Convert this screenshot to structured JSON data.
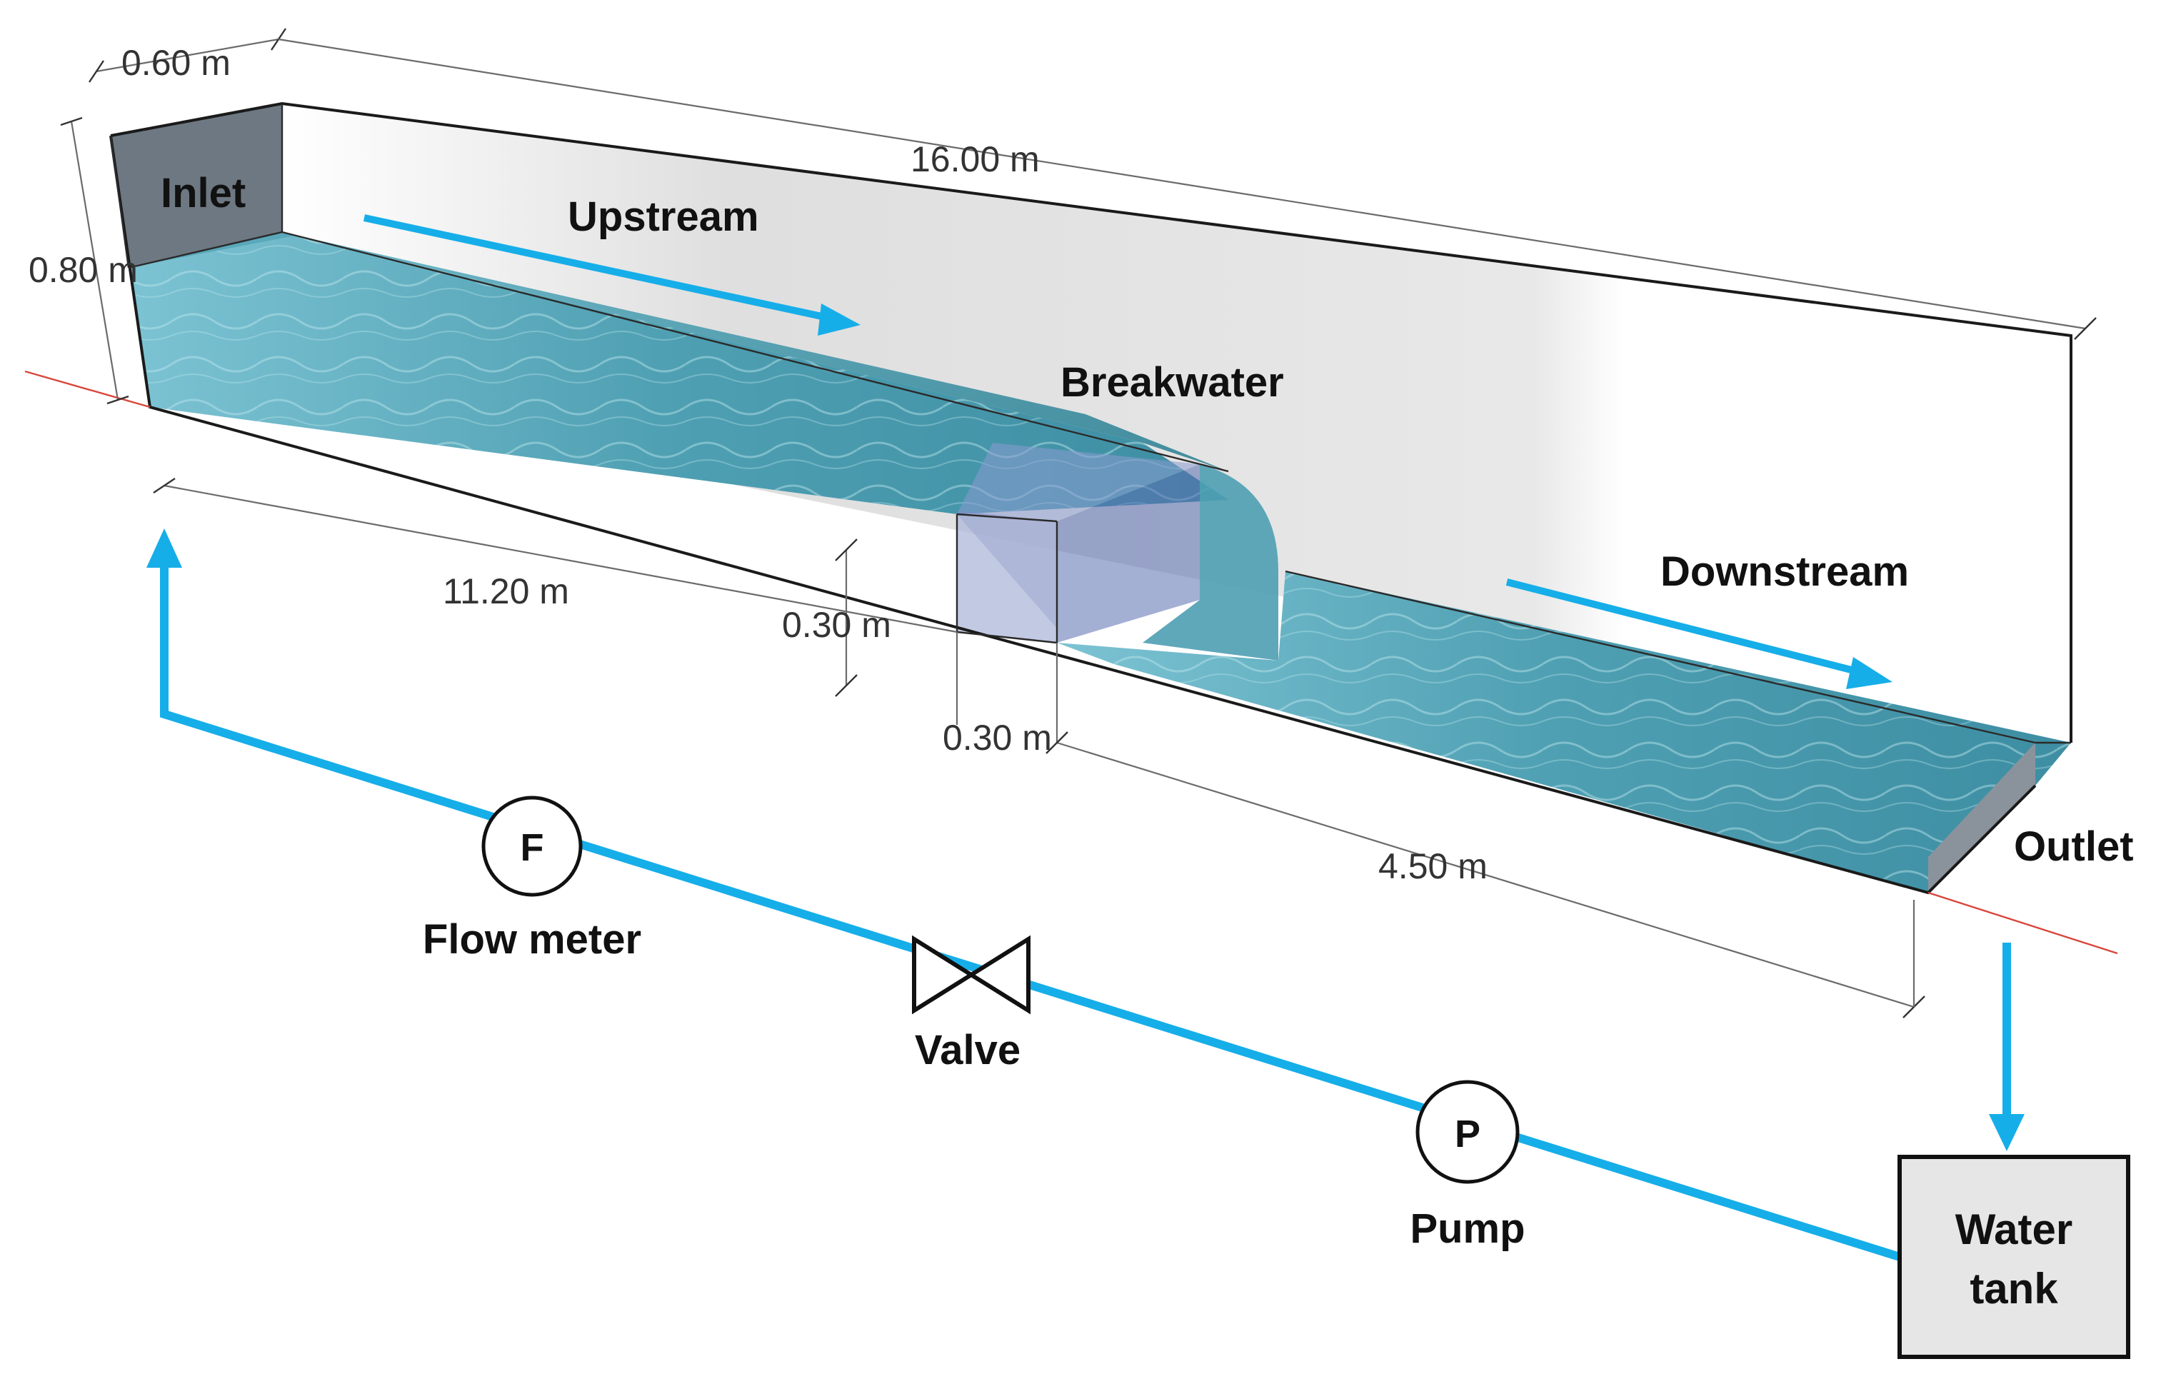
{
  "zones": {
    "inlet": "Inlet",
    "upstream": "Upstream",
    "breakwater": "Breakwater",
    "downstream": "Downstream",
    "outlet": "Outlet"
  },
  "dimensions": {
    "width": "0.60 m",
    "height": "0.80 m",
    "total_length": "16.00 m",
    "upstream_length": "11.20 m",
    "breakwater_height": "0.30 m",
    "breakwater_length": "0.30 m",
    "downstream_length": "4.50 m"
  },
  "components": {
    "flow_meter_symbol": "F",
    "flow_meter_label": "Flow meter",
    "valve_label": "Valve",
    "pump_symbol": "P",
    "pump_label": "Pump",
    "tank_line1": "Water",
    "tank_line2": "tank"
  },
  "colors": {
    "pipe": "#16aee8",
    "water": "#4aa6b8",
    "channel_edge": "#1a1a1a",
    "tank_fill": "#e6e6e6"
  }
}
